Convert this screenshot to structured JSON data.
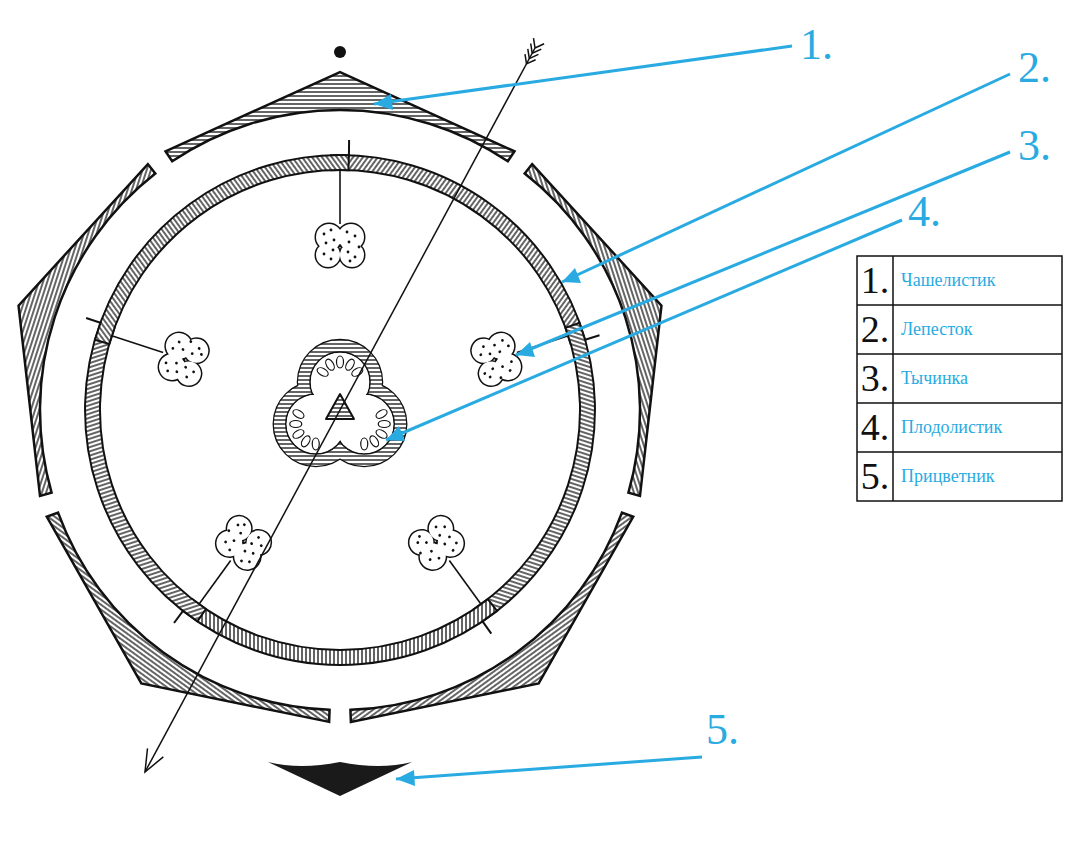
{
  "diagram": {
    "labels": [
      "1.",
      "2.",
      "3.",
      "4.",
      "5.",
      "1.",
      "Чашелистик",
      "2.",
      "Лепесток",
      "3.",
      "Тычинка",
      "4.",
      "Плодолистик",
      "5.",
      "Прицветник"
    ]
  }
}
